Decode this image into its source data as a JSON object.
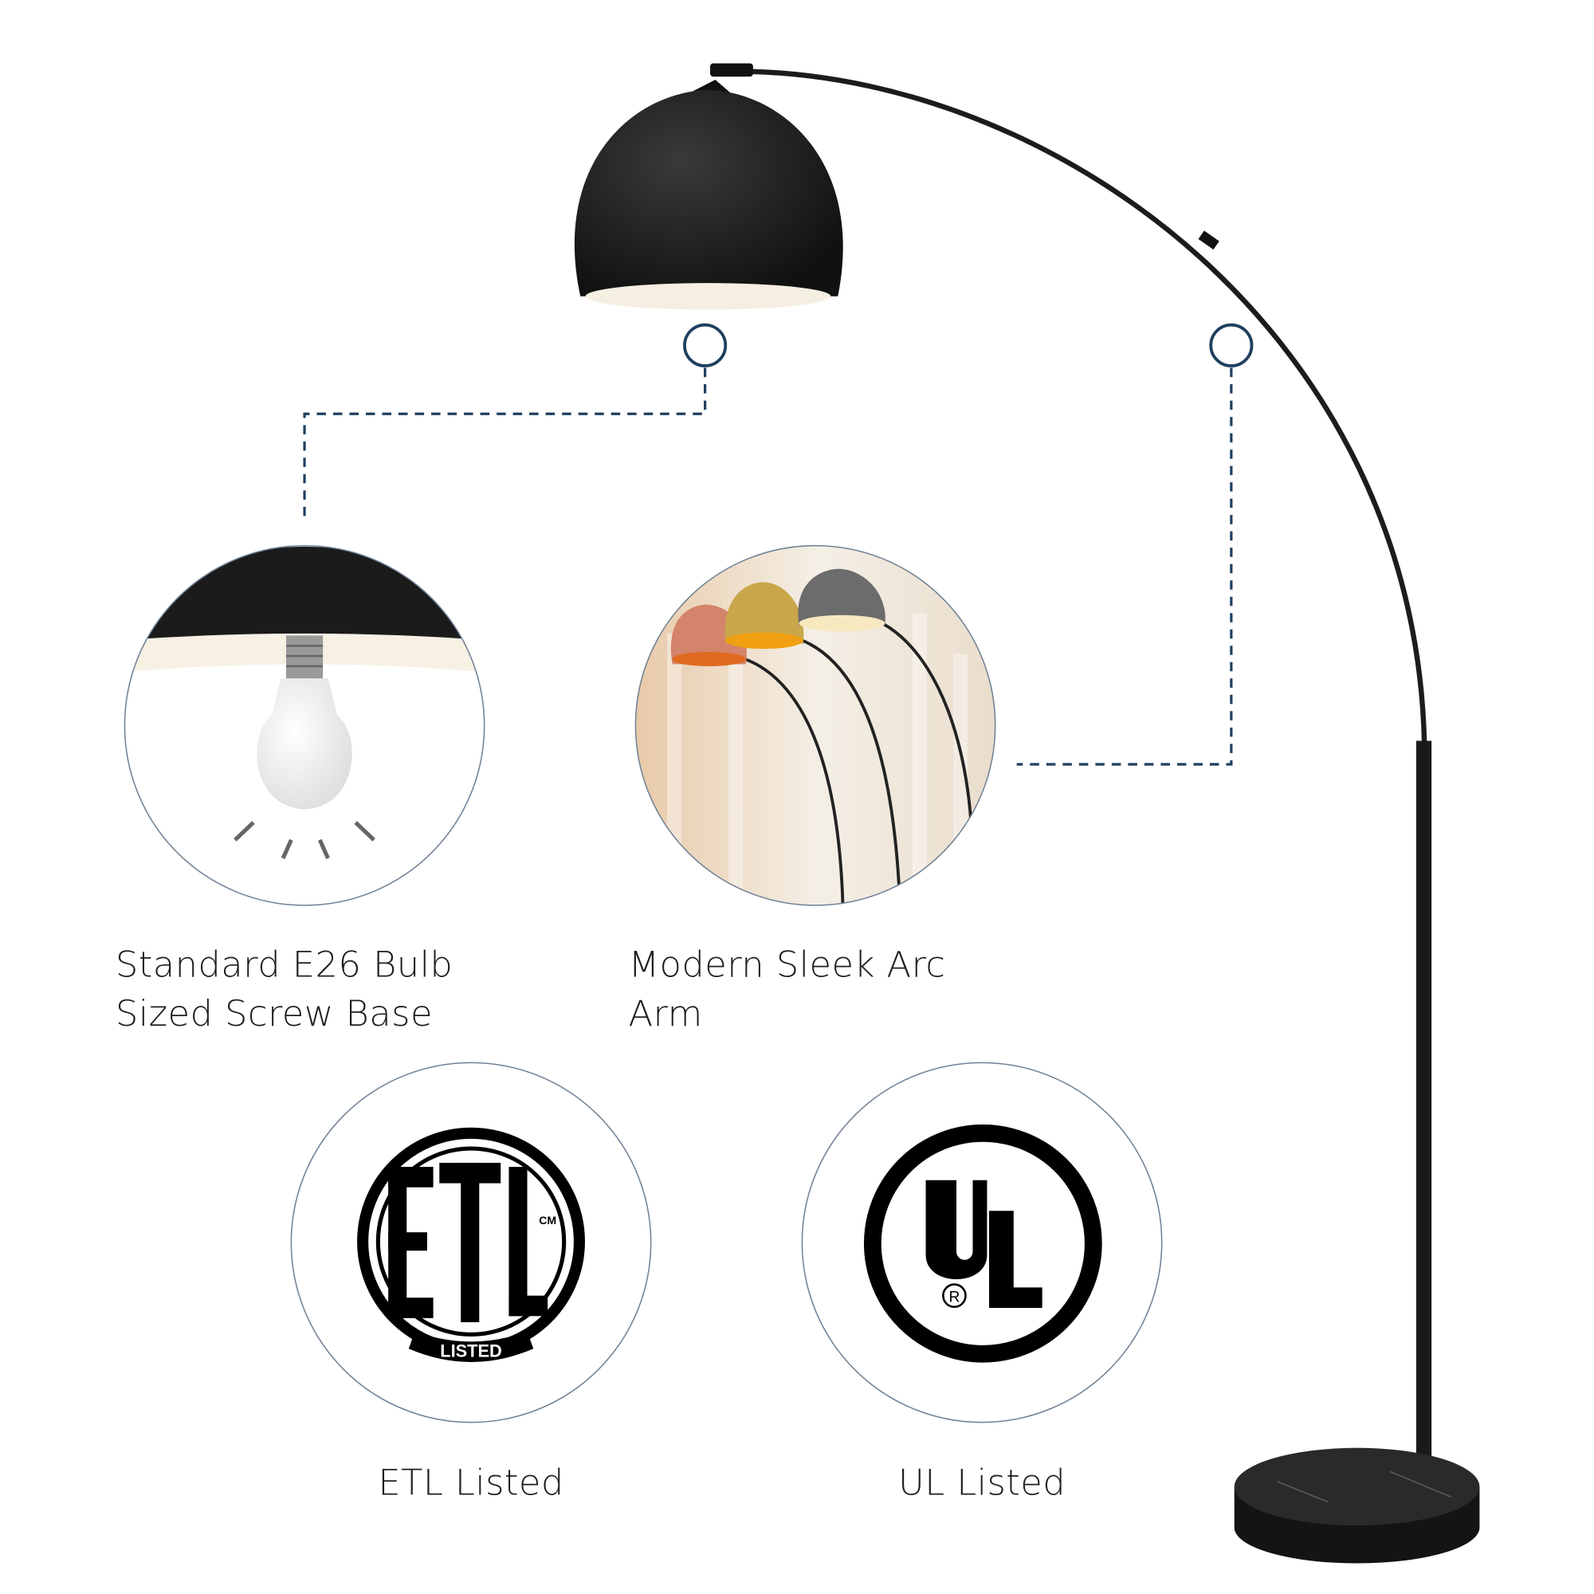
{
  "features": [
    {
      "line1": "Standard E26 Bulb",
      "line2": "Sized Screw Base"
    },
    {
      "line1": "Modern Sleek Arc",
      "line2": "Arm"
    }
  ],
  "certifications": [
    {
      "label": "ETL Listed",
      "logo_text": "ETL",
      "logo_sub": "LISTED",
      "logo_mark": "CM"
    },
    {
      "label": "UL Listed",
      "logo_text": "UL",
      "logo_mark": "R"
    }
  ],
  "colors": {
    "lamp": "#1c1c1c",
    "callout": "#1f3f5f",
    "circle_border": "#6f8296"
  }
}
